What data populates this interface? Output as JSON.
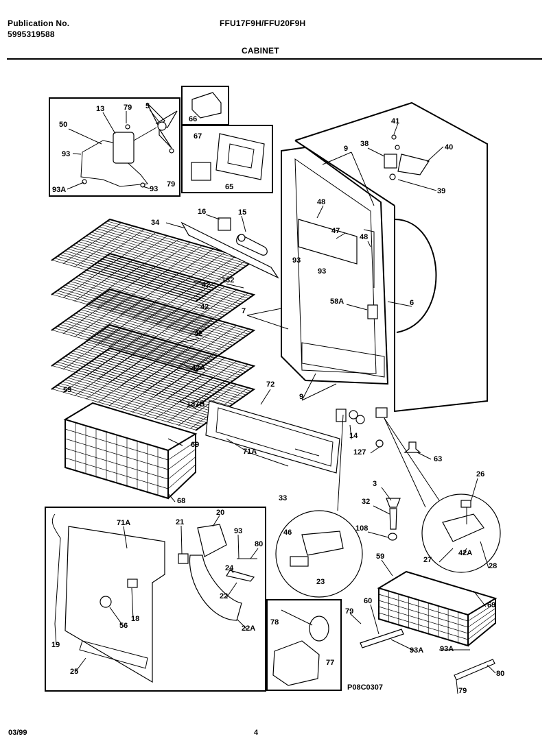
{
  "header": {
    "publication_label": "Publication No.",
    "publication_number": "5995319588",
    "models": "FFU17F9H/FFU20F9H",
    "section": "CABINET"
  },
  "footer": {
    "date": "03/99",
    "page": "4"
  },
  "drawing_id": "P08C0307",
  "callouts": [
    "13",
    "79",
    "5",
    "50",
    "93",
    "93A",
    "93",
    "79",
    "66",
    "67",
    "65",
    "9",
    "38",
    "41",
    "40",
    "39",
    "48",
    "34",
    "16",
    "15",
    "47",
    "48",
    "93",
    "93",
    "42",
    "132",
    "42",
    "7",
    "58A",
    "6",
    "42",
    "42A",
    "137B",
    "72",
    "9",
    "59",
    "69",
    "71A",
    "14",
    "127",
    "63",
    "68",
    "3",
    "32",
    "108",
    "26",
    "33",
    "46",
    "23",
    "27",
    "42A",
    "28",
    "59",
    "69",
    "79",
    "60",
    "93A",
    "93A",
    "80",
    "79",
    "71A",
    "21",
    "20",
    "93",
    "80",
    "24",
    "22",
    "22A",
    "56",
    "18",
    "19",
    "25",
    "78",
    "77"
  ]
}
